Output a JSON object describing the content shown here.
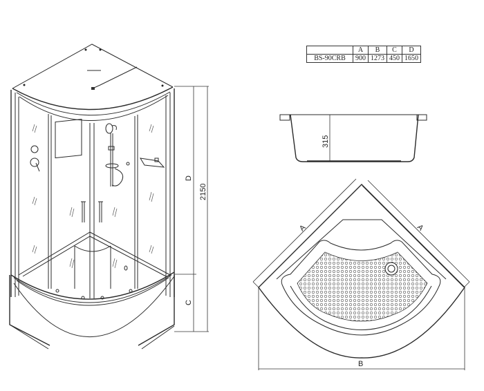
{
  "spec_table": {
    "headers": [
      "",
      "A",
      "B",
      "C",
      "D"
    ],
    "rows": [
      {
        "model": "BS-90CRB",
        "A": "900",
        "B": "1273",
        "C": "450",
        "D": "1650"
      }
    ]
  },
  "front_view": {
    "dimension_labels": {
      "total_height": "2150",
      "upper": "D",
      "lower": "C"
    }
  },
  "tray_section": {
    "depth_label": "315"
  },
  "top_view": {
    "side_label_left": "A",
    "side_label_right": "A",
    "width_label": "B"
  }
}
